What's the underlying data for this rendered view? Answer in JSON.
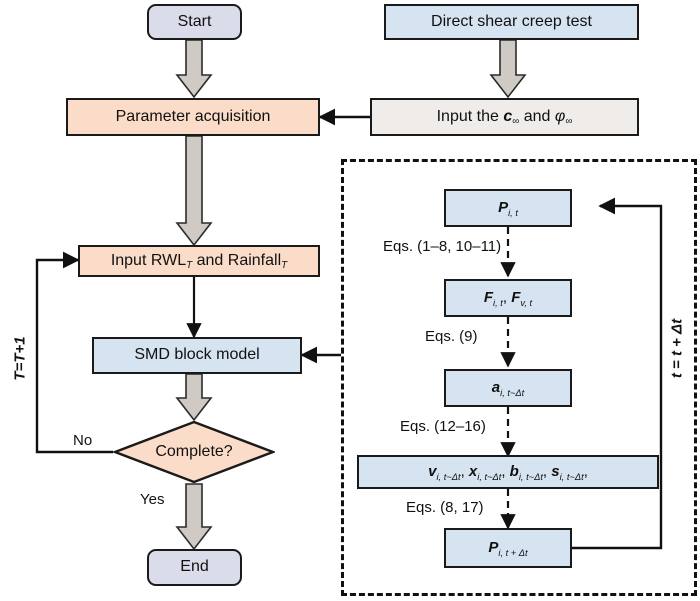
{
  "diagram": {
    "title": "SMD block model rainfall-reservoir creep simulation flowchart",
    "type": "flowchart",
    "colors": {
      "blue_fill": "#d6e3f0",
      "orange_fill": "#fbdcc8",
      "gray_fill": "#f0ecea",
      "lavender_fill": "#dadcea",
      "stroke": "#1a1a1a",
      "arrow_block_fill": "#cfcac4",
      "background": "#ffffff"
    }
  },
  "nodes": {
    "start": "Start",
    "parameter_acquisition": "Parameter acquisition",
    "direct_shear_creep_test": "Direct shear creep test",
    "input_c_phi_prefix": "Input the ",
    "input_c_phi_c": "c",
    "input_c_phi_mid": " and ",
    "input_c_phi_phi": "φ",
    "input_c_phi_sub": "∞",
    "input_rwl_prefix": "Input RWL",
    "input_rwl_sub1": "T",
    "input_rwl_mid": " and Rainfall",
    "input_rwl_sub2": "T",
    "smd_block_model": "SMD block model",
    "complete_decision": "Complete?",
    "end": "End",
    "p_it_main": "P",
    "p_it_sub": "i, t",
    "f_it_main": "F",
    "f_it_sub": "i, t",
    "f_vt_sep": ", ",
    "f_vt_main": "F",
    "f_vt_sub": "v, t",
    "a_main": "a",
    "a_sub": "i, t~Δt",
    "v_main": "v",
    "v_sub": "i, t~Δt",
    "x_main": "x",
    "x_sub": "i, t~Δt",
    "b_main": "b",
    "b_sub": "i, t~Δt",
    "s_main": "s",
    "s_sub": "i, t~Δt",
    "p_next_main": "P",
    "p_next_sub": "i, t + Δt"
  },
  "edge_labels": {
    "eq_1_8_10_11": "Eqs. (1–8, 10–11)",
    "eq_9": "Eqs. (9)",
    "eq_12_16": "Eqs. (12–16)",
    "eq_8_17": "Eqs. (8, 17)",
    "no": "No",
    "yes": "Yes",
    "loop_outer": "T=T+1",
    "loop_inner": "t = t + Δt"
  }
}
